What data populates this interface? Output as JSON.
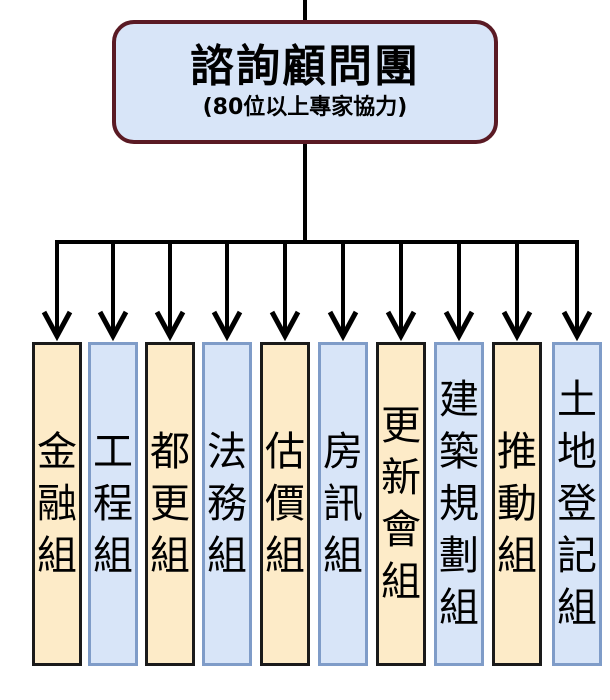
{
  "root": {
    "title": "諮詢顧問團",
    "subtitle": "(80位以上專家協力)"
  },
  "groups": [
    {
      "label": "金融組",
      "color": "#fdebc8"
    },
    {
      "label": "工程組",
      "color": "#d8e5f8"
    },
    {
      "label": "都更組",
      "color": "#fdebc8"
    },
    {
      "label": "法務組",
      "color": "#d8e5f8"
    },
    {
      "label": "估價組",
      "color": "#fdebc8"
    },
    {
      "label": "房訊組",
      "color": "#d8e5f8"
    },
    {
      "label": "更新會組",
      "color": "#fdebc8"
    },
    {
      "label": "建築規劃組",
      "color": "#d8e5f8"
    },
    {
      "label": "推動組",
      "color": "#fdebc8"
    },
    {
      "label": "土地登記組",
      "color": "#d8e5f8"
    }
  ],
  "colors": {
    "root_border": "#5a1a24",
    "peach_border": "#1a1a1a",
    "blue_border": "#7f9cc8",
    "connector": "#000000"
  }
}
